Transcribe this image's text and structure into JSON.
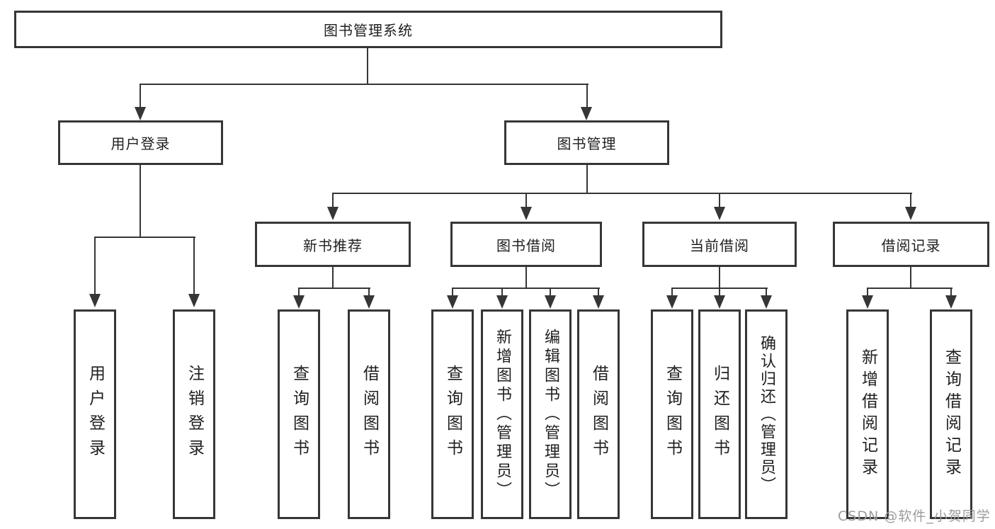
{
  "canvas": {
    "background_color": "#ffffff",
    "line_color": "#363636",
    "box_text_color": "#1f1f1f",
    "watermark_color": "#9c9c9c"
  },
  "tree": {
    "root": {
      "label": "图书管理系统"
    },
    "branches": [
      {
        "label": "用户登录",
        "children": [
          {
            "label": "用户登录"
          },
          {
            "label": "注销登录"
          }
        ]
      },
      {
        "label": "图书管理",
        "children": [
          {
            "label": "新书推荐",
            "children": [
              {
                "label": "查询图书"
              },
              {
                "label": "借阅图书"
              }
            ]
          },
          {
            "label": "图书借阅",
            "children": [
              {
                "label": "查询图书"
              },
              {
                "label": "新增图书（管理员）"
              },
              {
                "label": "编辑图书（管理员）"
              },
              {
                "label": "借阅图书"
              }
            ]
          },
          {
            "label": "当前借阅",
            "children": [
              {
                "label": "查询图书"
              },
              {
                "label": "归还图书"
              },
              {
                "label": "确认归还（管理员）"
              }
            ]
          },
          {
            "label": "借阅记录",
            "children": [
              {
                "label": "新增借阅记录"
              },
              {
                "label": "查询借阅记录"
              }
            ]
          }
        ]
      }
    ]
  },
  "watermark": {
    "text": "CSDN @软件_小贺同学"
  }
}
